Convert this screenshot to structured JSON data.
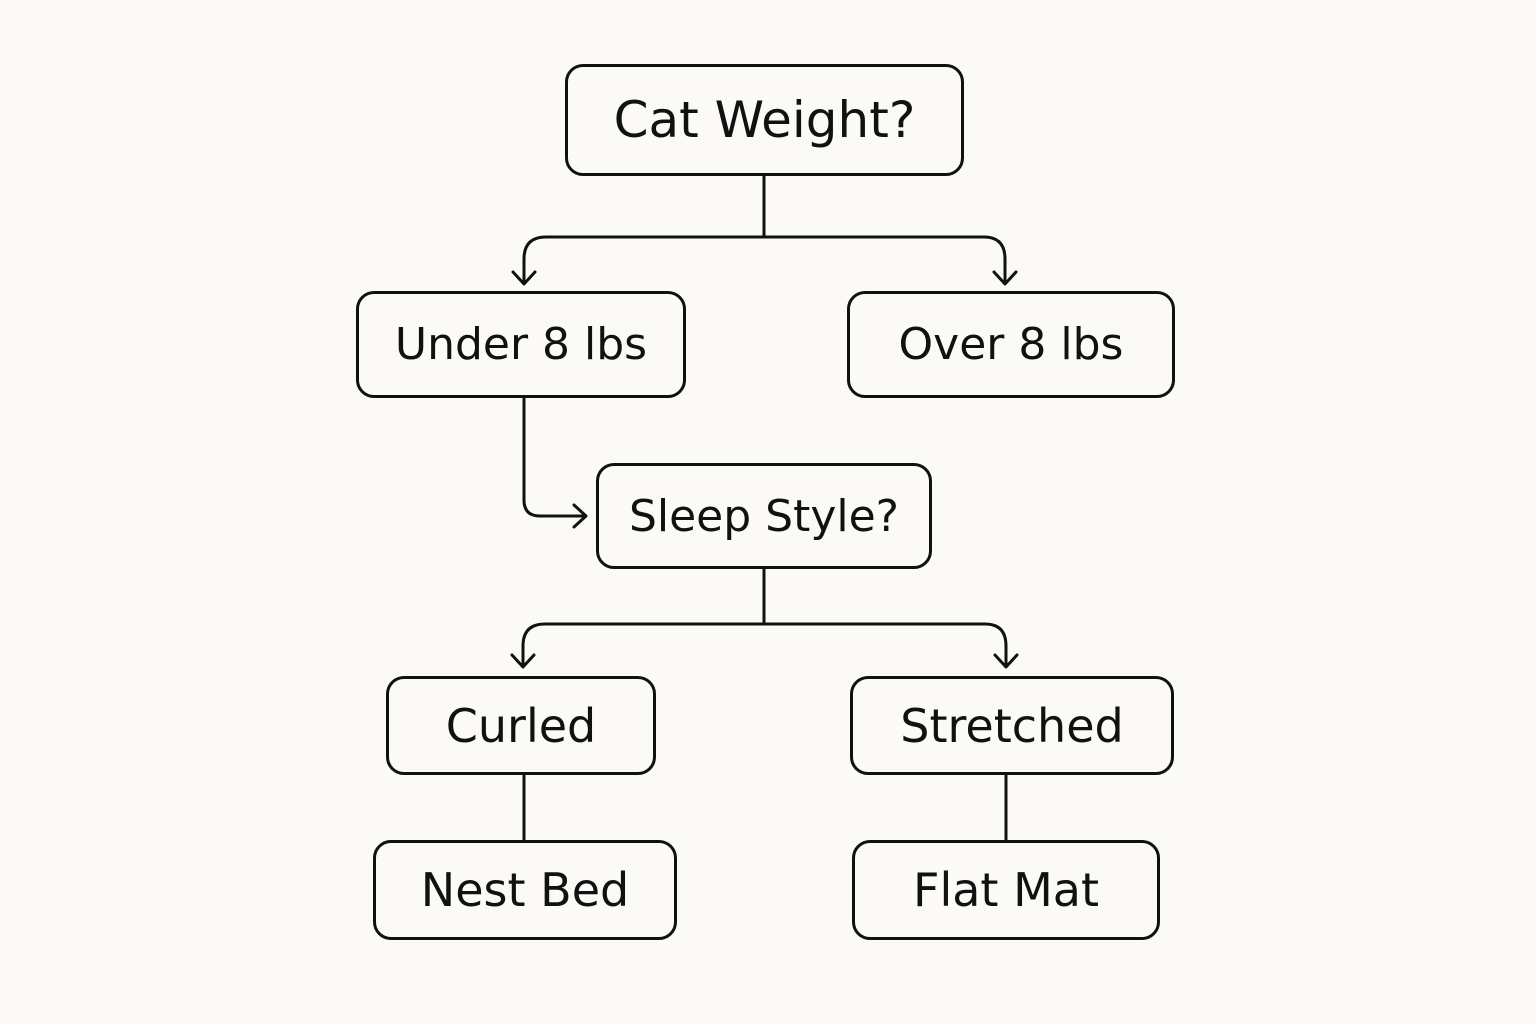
{
  "diagram": {
    "nodes": {
      "cat_weight": "Cat Weight?",
      "under_8": "Under 8 lbs",
      "over_8": "Over 8 lbs",
      "sleep_style": "Sleep Style?",
      "curled": "Curled",
      "stretched": "Stretched",
      "nest_bed": "Nest Bed",
      "flat_mat": "Flat Mat"
    },
    "edges": [
      {
        "from": "cat_weight",
        "to": "under_8",
        "arrow": true
      },
      {
        "from": "cat_weight",
        "to": "over_8",
        "arrow": true
      },
      {
        "from": "under_8",
        "to": "sleep_style",
        "arrow": true
      },
      {
        "from": "sleep_style",
        "to": "curled",
        "arrow": true
      },
      {
        "from": "sleep_style",
        "to": "stretched",
        "arrow": true
      },
      {
        "from": "curled",
        "to": "nest_bed",
        "arrow": false
      },
      {
        "from": "stretched",
        "to": "flat_mat",
        "arrow": false
      }
    ]
  },
  "colors": {
    "background": "#fcfaf7",
    "stroke": "#111111"
  }
}
